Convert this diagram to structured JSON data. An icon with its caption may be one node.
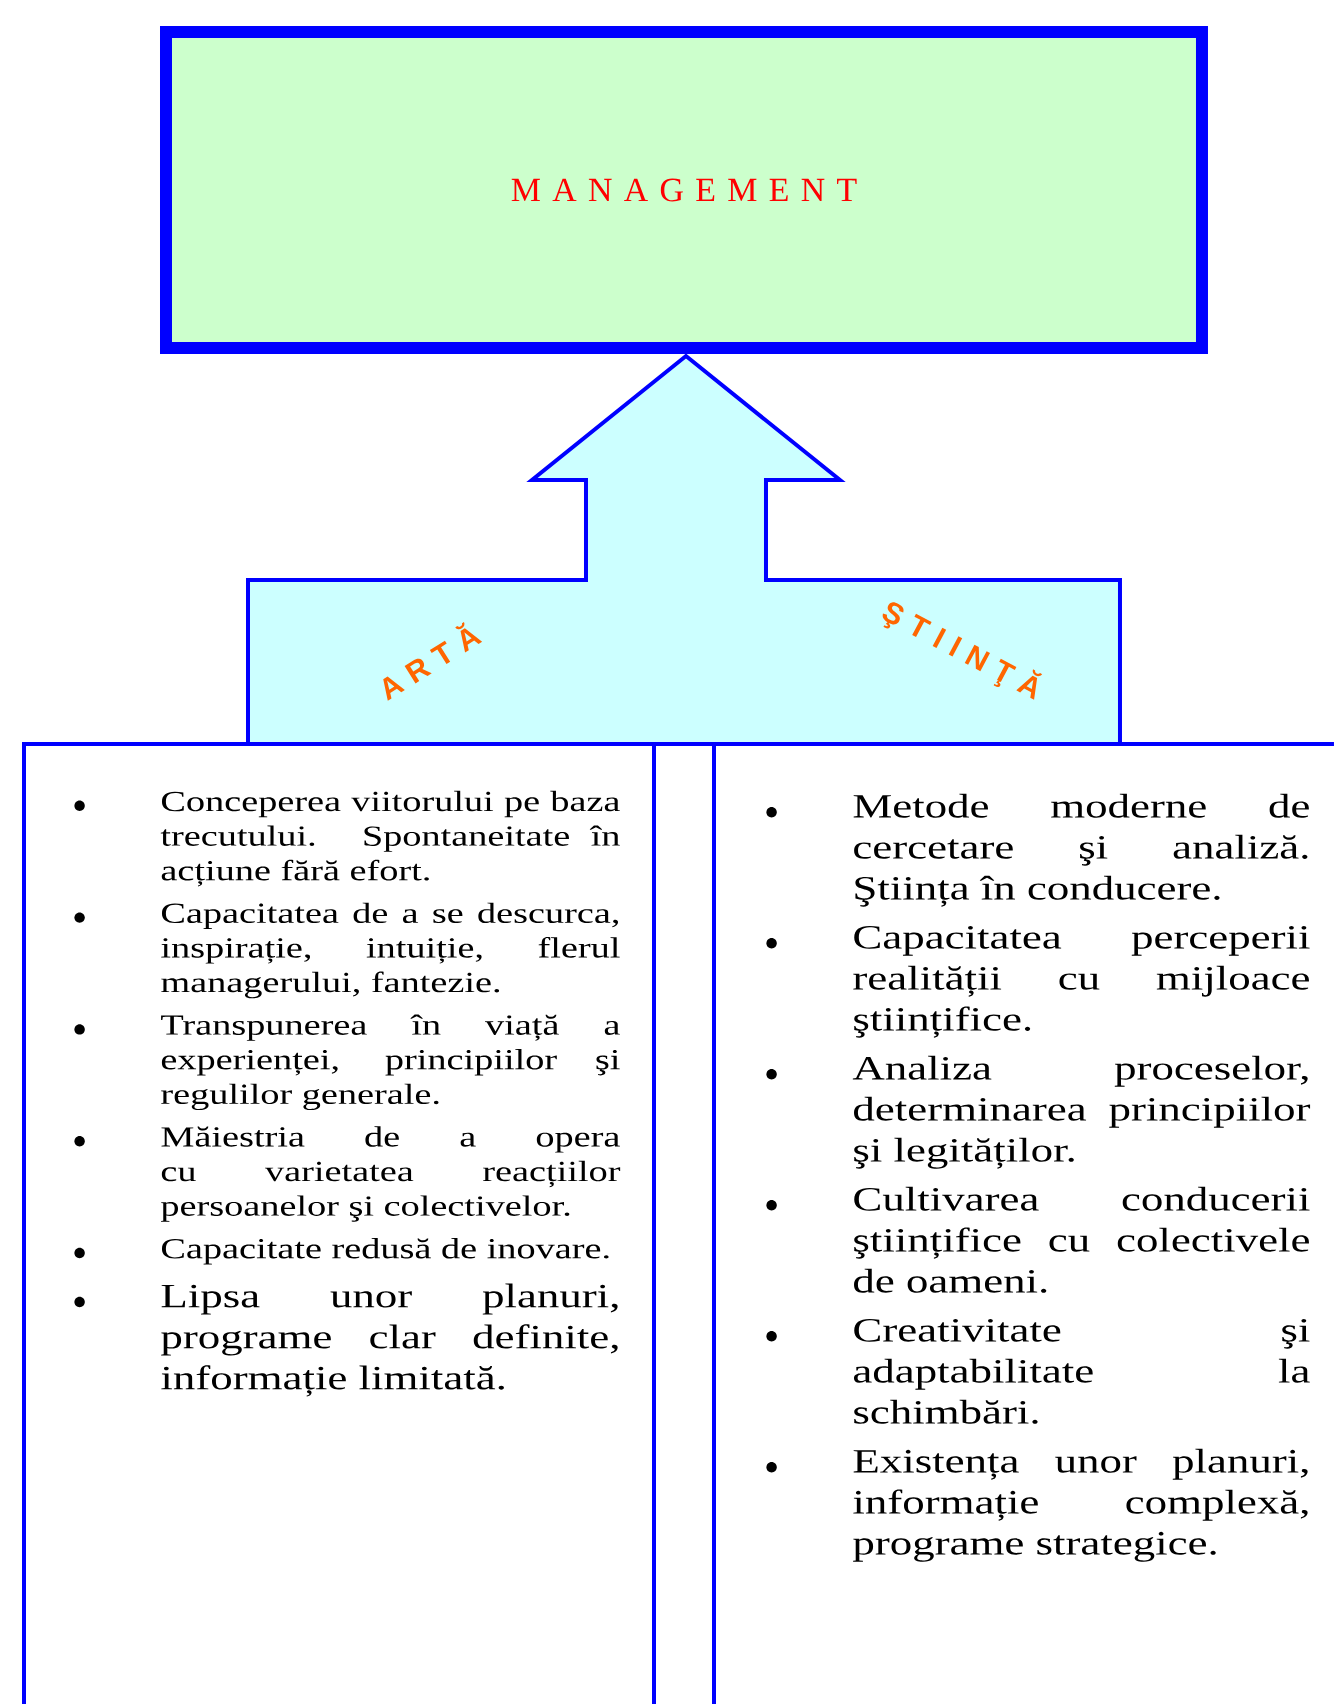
{
  "diagram": {
    "nodes": [
      {
        "text": [
          "M A N A G E M E N T"
        ]
      },
      {
        "text": [
          "A R T Ă",
          "Ş T I I N Ţ Ă"
        ]
      },
      {
        "text": [
          "Conceperea viitorului pe baza trecutului. Spontaneitate în acțiune fără efort.",
          "Capacitatea de a se descurca, inspirație, intuiție, flerul managerului, fantezie.",
          "Transpunerea în viață a experienței, principiilor şi regulilor generale.",
          "Măiestria de a opera cu varietatea reacțiilor persoanelor şi colectivelor.",
          "Capacitate redusă de inovare.",
          "Lipsa unor planuri, programe clar definite, informație limitată."
        ]
      },
      {
        "text": [
          "Metode moderne de cercetare şi analiză. Ştiința în conducere.",
          "Capacitatea perceperii realității cu mijloace ştiințifice.",
          "Analiza proceselor, determinarea principiilor şi legităților.",
          "Cultivarea conducerii ştiințifice cu colectivele de oameni.",
          "Creativitate şi adaptabilitate la schimbări.",
          "Existența unor planuri, informație complexă, programe strategice."
        ]
      }
    ]
  }
}
